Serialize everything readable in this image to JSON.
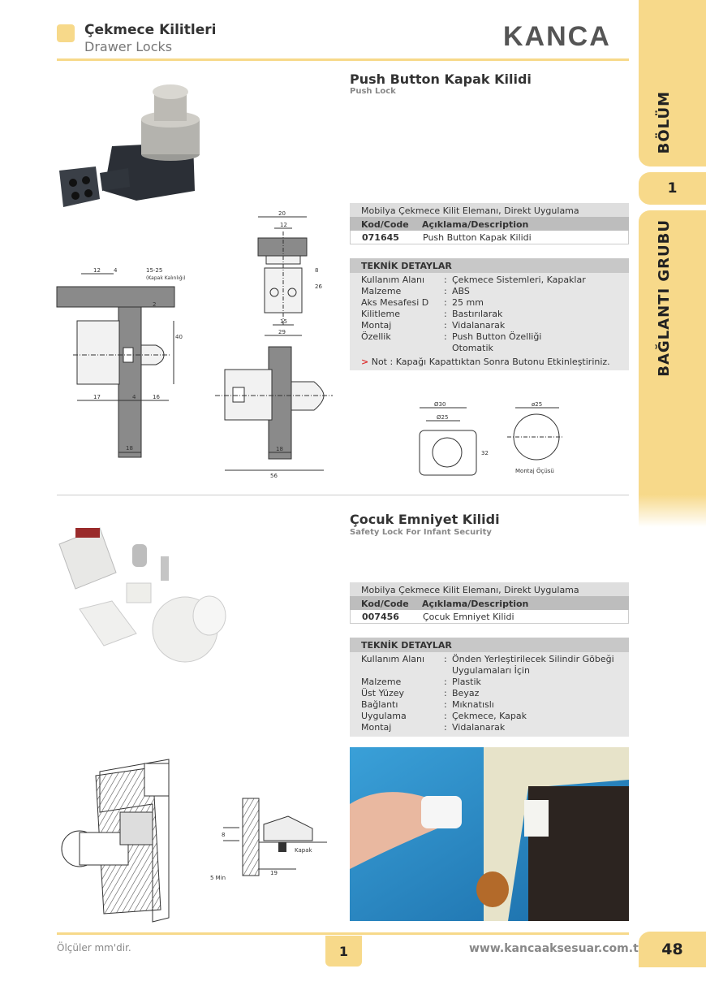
{
  "header": {
    "title": "Çekmece Kilitleri",
    "subtitle": "Drawer Locks",
    "logo": "KANCA"
  },
  "sidebar": {
    "section_label": "BÖLÜM",
    "section_number": "1",
    "group_label": "BAĞLANTI GRUBU"
  },
  "product1": {
    "title": "Push Button Kapak Kilidi",
    "subtitle": "Push Lock",
    "table_caption": "Mobilya Çekmece Kilit Elemanı, Direkt Uygulama",
    "col_code": "Kod/Code",
    "col_desc": "Açıklama/Description",
    "code": "071645",
    "desc": "Push Button Kapak Kilidi",
    "tech_title": "TEKNİK DETAYLAR",
    "tech": [
      {
        "k": "Kullanım Alanı",
        "v": "Çekmece Sistemleri, Kapaklar"
      },
      {
        "k": "Malzeme",
        "v": "ABS"
      },
      {
        "k": "Aks Mesafesi D",
        "v": "25 mm"
      },
      {
        "k": "Kilitleme",
        "v": "Bastırılarak"
      },
      {
        "k": "Montaj",
        "v": "Vidalanarak"
      },
      {
        "k": "Özellik",
        "v": "Push Button Özelliği"
      },
      {
        "k": "",
        "v": "Otomatik"
      }
    ],
    "note_arrow": ">",
    "note": "Not : Kapağı Kapattıktan Sonra Butonu Etkinleştiriniz.",
    "dims": {
      "d1": "12",
      "d2": "4",
      "d3": "15-25",
      "d4": "(Kapak Kalınlığı)",
      "d5": "2",
      "d6": "40",
      "d7": "17",
      "d8": "4",
      "d9": "16",
      "d10": "18",
      "d11": "20",
      "d12": "12",
      "d13": "8",
      "d14": "26",
      "d15": "15",
      "d16": "29",
      "d17": "18",
      "d18": "56",
      "d19": "Ø30",
      "d20": "Ø25",
      "d21": "32",
      "d22": "ø25",
      "d23": "Montaj Öçüsü"
    }
  },
  "product2": {
    "title": "Çocuk Emniyet Kilidi",
    "subtitle": "Safety Lock For Infant Security",
    "table_caption": "Mobilya Çekmece Kilit Elemanı, Direkt Uygulama",
    "col_code": "Kod/Code",
    "col_desc": "Açıklama/Description",
    "code": "007456",
    "desc": "Çocuk Emniyet Kilidi",
    "tech_title": "TEKNİK DETAYLAR",
    "tech": [
      {
        "k": "Kullanım Alanı",
        "v": "Önden Yerleştirilecek Silindir Göbeği"
      },
      {
        "k": "",
        "v": "Uygulamaları İçin"
      },
      {
        "k": "Malzeme",
        "v": "Plastik"
      },
      {
        "k": "Üst Yüzey",
        "v": "Beyaz"
      },
      {
        "k": "Bağlantı",
        "v": "Mıknatıslı"
      },
      {
        "k": "Uygulama",
        "v": "Çekmece, Kapak"
      },
      {
        "k": "Montaj",
        "v": "Vidalanarak"
      }
    ],
    "dims": {
      "d1": "8",
      "d2": "Kapak",
      "d3": "19",
      "d4": "5 Min"
    }
  },
  "footer": {
    "note": "Ölçüler mm'dir.",
    "section": "1",
    "url": "www.kancaaksesuar.com.tr",
    "page": "48"
  },
  "colors": {
    "accent": "#f7d98a",
    "table_head": "#bdbdbd",
    "table_caption": "#dedede"
  }
}
